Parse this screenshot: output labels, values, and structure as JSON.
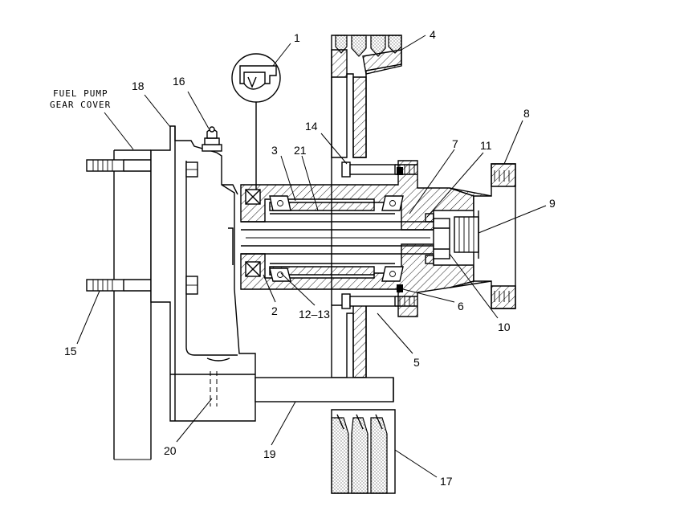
{
  "figure_caption": {
    "line1": "FUEL PUMP",
    "line2": "GEAR COVER"
  },
  "callouts": [
    {
      "id": "callout-1",
      "text": "1"
    },
    {
      "id": "callout-2",
      "text": "2"
    },
    {
      "id": "callout-3",
      "text": "3"
    },
    {
      "id": "callout-4",
      "text": "4"
    },
    {
      "id": "callout-5",
      "text": "5"
    },
    {
      "id": "callout-6",
      "text": "6"
    },
    {
      "id": "callout-7",
      "text": "7"
    },
    {
      "id": "callout-8",
      "text": "8"
    },
    {
      "id": "callout-9",
      "text": "9"
    },
    {
      "id": "callout-10",
      "text": "10"
    },
    {
      "id": "callout-11",
      "text": "11"
    },
    {
      "id": "callout-12-13",
      "text": "12–13"
    },
    {
      "id": "callout-14",
      "text": "14"
    },
    {
      "id": "callout-15",
      "text": "15"
    },
    {
      "id": "callout-16",
      "text": "16"
    },
    {
      "id": "callout-17",
      "text": "17"
    },
    {
      "id": "callout-18",
      "text": "18"
    },
    {
      "id": "callout-19",
      "text": "19"
    },
    {
      "id": "callout-20",
      "text": "20"
    },
    {
      "id": "callout-21",
      "text": "21"
    }
  ]
}
